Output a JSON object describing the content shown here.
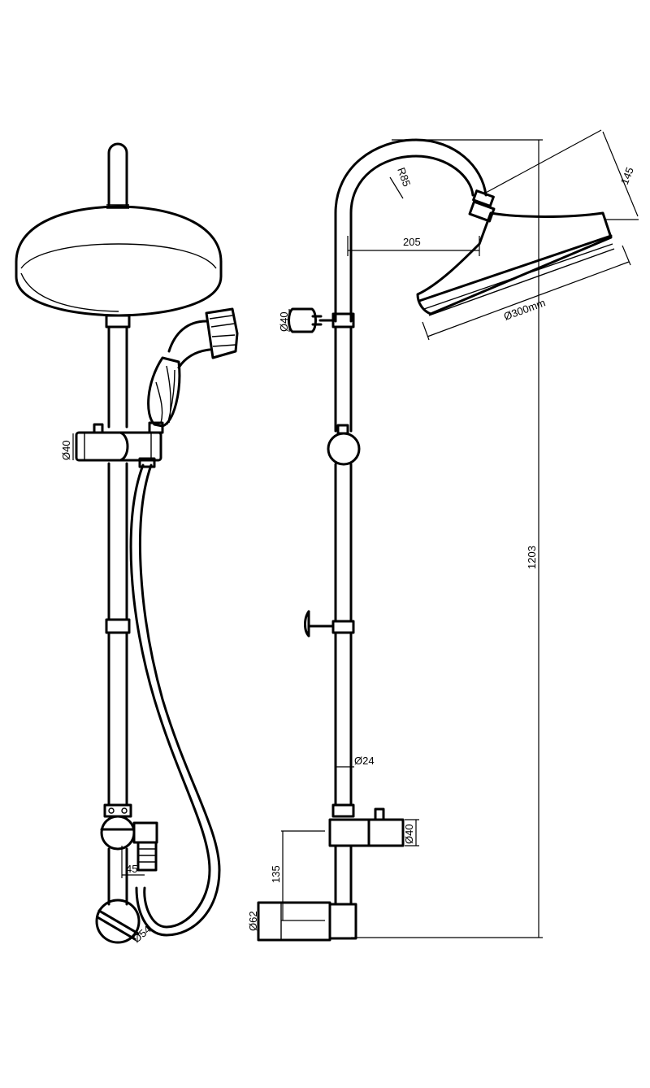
{
  "colors": {
    "line": "#000000",
    "background": "#ffffff"
  },
  "labels": {
    "front_slider_dia": "Ø40",
    "front_valve_offset": "45",
    "front_base_dia": "Ø54",
    "side_valve_dia": "Ø40",
    "side_arm_radius": "R85",
    "side_arm_reach": "205",
    "side_head_drop": "145",
    "side_head_dia": "Ø300mm",
    "side_total_height": "1203",
    "side_pipe_dia": "Ø24",
    "side_outlet_dia": "Ø40",
    "side_inlet_height": "135",
    "side_inlet_dia": "Ø62"
  }
}
